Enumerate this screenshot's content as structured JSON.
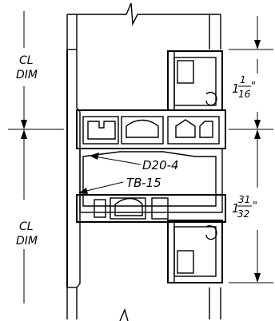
{
  "labels": {
    "cl_dim_top_line1": "CL",
    "cl_dim_top_line2": "DIM",
    "cl_dim_bottom_line1": "CL",
    "cl_dim_bottom_line2": "DIM",
    "part_d20": "D20-4",
    "part_tb15": "TB-15"
  },
  "dimensions": {
    "top_whole": "1",
    "top_num": "1",
    "top_den": "16",
    "top_unit": "\"",
    "bottom_whole": "1",
    "bottom_num": "31",
    "bottom_den": "32",
    "bottom_unit": "\""
  }
}
